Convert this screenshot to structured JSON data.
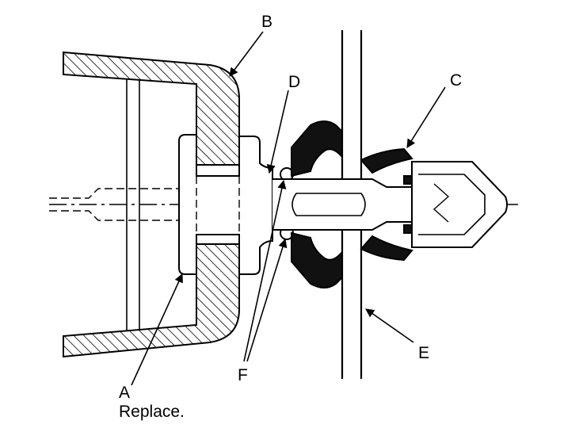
{
  "labels": {
    "a": "A",
    "a_note": "Replace.",
    "b": "B",
    "c": "C",
    "d": "D",
    "e": "E",
    "f": "F"
  }
}
